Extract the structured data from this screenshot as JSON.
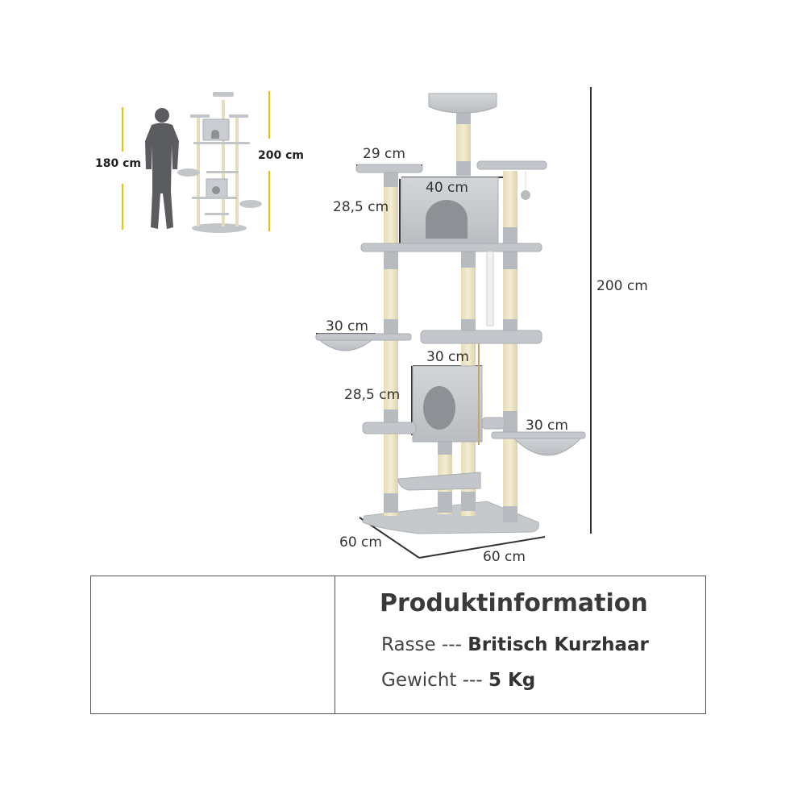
{
  "small_figure": {
    "person_height": "180 cm",
    "tree_height": "200 cm"
  },
  "main_figure": {
    "top_perch_width": "29 cm",
    "house_width": "40 cm",
    "upper_house_height": "28,5 cm",
    "left_hammock_width": "30 cm",
    "lower_house_width": "30 cm",
    "lower_house_height": "28,5 cm",
    "right_hammock_width": "30 cm",
    "total_height": "200 cm",
    "base_depth": "60 cm",
    "base_width": "60 cm"
  },
  "product_info": {
    "title": "Produktinformation",
    "breed_label": "Rasse --- ",
    "breed_value": "Britisch Kurzhaar",
    "weight_label": "Gewicht --- ",
    "weight_value": "5 Kg"
  },
  "colors": {
    "plush": "#c9cccf",
    "plush_dark": "#a9adb1",
    "sisal": "#efe6c8",
    "guide_yellow": "#e8c400",
    "dim_line": "#333333"
  }
}
